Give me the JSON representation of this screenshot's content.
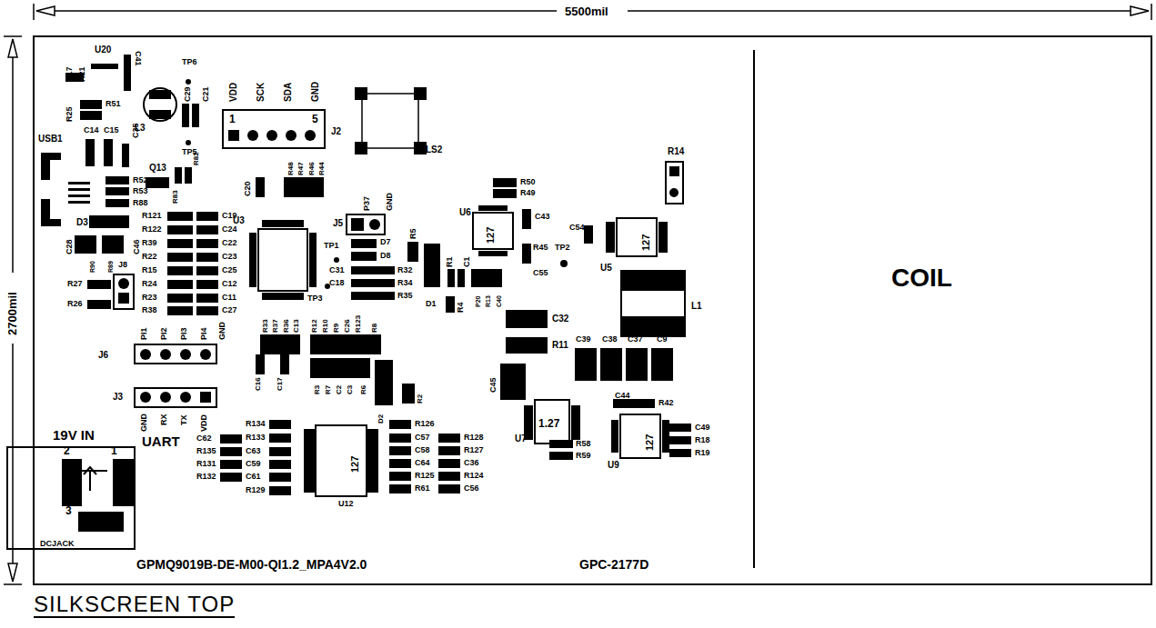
{
  "diagram": {
    "caption": "SILKSCREEN TOP",
    "labels": [
      "5500mil",
      "2700mil",
      "R17",
      "R21",
      "U20",
      "C41",
      "R25",
      "R51",
      "TP6",
      "C29",
      "C21",
      "VDD",
      "SCK",
      "SDA",
      "GND",
      "1",
      "5",
      "J2",
      "L3",
      "TP5",
      "USB1",
      "C14",
      "C15",
      "C35",
      "Q13",
      "R52",
      "R53",
      "R88",
      "R83",
      "R82",
      "C20",
      "R48",
      "R47",
      "R46",
      "R44",
      "LS2",
      "R50",
      "R49",
      "R14",
      "U6",
      "C43",
      "C54",
      "TP2",
      "U5",
      "R45",
      "C55",
      "P37",
      "GND",
      "J5",
      "U3",
      "R121",
      "R122",
      "R39",
      "R22",
      "R15",
      "R24",
      "R23",
      "R38",
      "C19",
      "C24",
      "C22",
      "C23",
      "C25",
      "C12",
      "C11",
      "C27",
      "D3",
      "C28",
      "C46",
      "R90",
      "R89",
      "J8",
      "R27",
      "R26",
      "TP1",
      "D7",
      "D8",
      "C31",
      "C18",
      "R32",
      "R34",
      "R35",
      "TP3",
      "R5",
      "R1",
      "C1",
      "D1",
      "R4",
      "P20",
      "R13",
      "C40",
      "C32",
      "R11",
      "L1",
      "C39",
      "C38",
      "C37",
      "C9",
      "C44",
      "R42",
      "C45",
      "U7",
      "R58",
      "R59",
      "U9",
      "C49",
      "R18",
      "R19",
      "J6",
      "PI1",
      "PI2",
      "PI3",
      "PI4",
      "GND",
      "J3",
      "GND",
      "RX",
      "TX",
      "VDD",
      "UART",
      "R33",
      "R37",
      "R36",
      "C13",
      "R12",
      "R10",
      "R9",
      "C26",
      "R123",
      "R8",
      "C16",
      "C17",
      "R3",
      "R7",
      "C2",
      "C3",
      "R6",
      "R2",
      "D2",
      "R134",
      "C62",
      "R133",
      "R135",
      "C63",
      "R131",
      "C59",
      "R132",
      "C61",
      "R129",
      "R126",
      "C57",
      "R128",
      "C58",
      "R127",
      "C64",
      "C36",
      "R125",
      "R124",
      "R61",
      "C56",
      "U12",
      "127",
      "127",
      "1.27",
      "127",
      "127",
      "19V IN",
      "2",
      "1",
      "3",
      "DCJACK",
      "GPMQ9019B-DE-M00-QI1.2_MPA4V2.0",
      "GPC-2177D",
      "COIL"
    ]
  }
}
